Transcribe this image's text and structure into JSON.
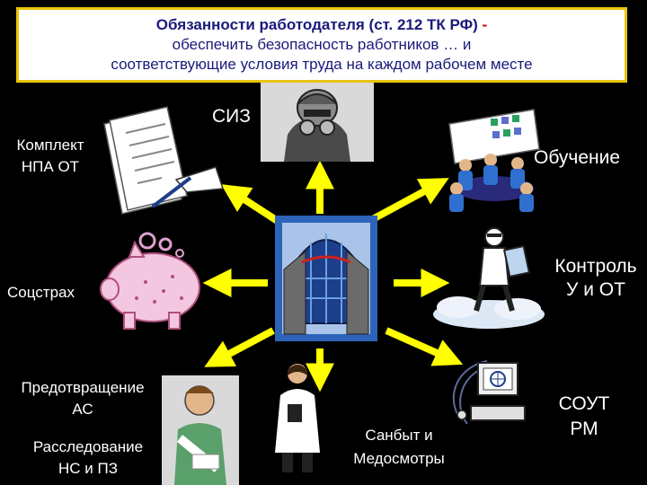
{
  "title": {
    "line1": "Обязанности работодателя (ст. 212 ТК РФ)",
    "dash": "-",
    "line2": "обеспечить безопасность работников … и",
    "line3": "соответствующие условия труда на каждом рабочем месте"
  },
  "labels": {
    "siz": "СИЗ",
    "npa_line1": "Комплект",
    "npa_line2": "НПА ОТ",
    "training": "Обучение",
    "social": "Соцстрах",
    "control_line1": "Контроль",
    "control_line2": "У и ОТ",
    "prevention_line1": "Предотвращение",
    "prevention_line2": "АС",
    "investigation_line1": "Расследование",
    "investigation_line2": "НС и ПЗ",
    "sanbyt_line1": "Санбыт и",
    "sanbyt_line2": "Медосмотры",
    "sout_line1": "СОУТ",
    "sout_line2": "РМ"
  },
  "colors": {
    "arrow": "#ffff00",
    "title_border": "#e8c40a",
    "title_text": "#1a1a7a",
    "dash": "#c00000"
  },
  "icons": [
    "document-pen-icon",
    "welder-mask-icon",
    "meeting-icon",
    "piggy-bank-icon",
    "business-building-icon",
    "inspector-clipboard-icon",
    "injured-worker-icon",
    "doctor-icon",
    "computer-icon"
  ]
}
